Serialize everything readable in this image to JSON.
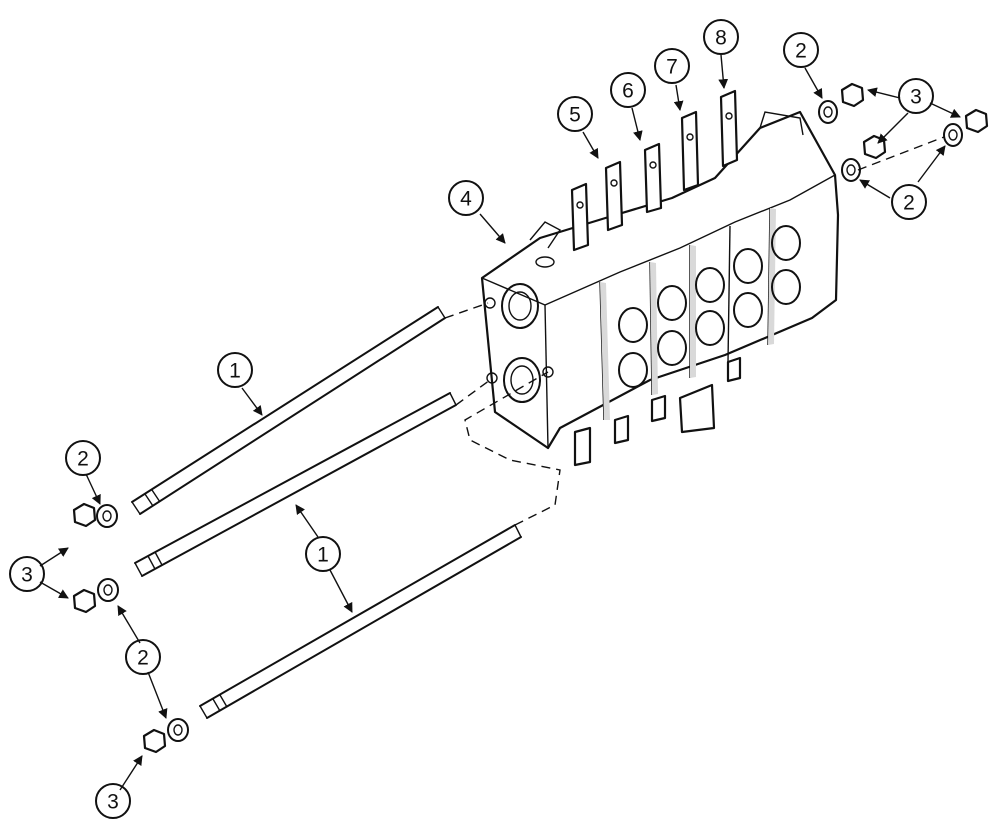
{
  "callouts": [
    {
      "id": "c1a",
      "label": "1"
    },
    {
      "id": "c1b",
      "label": "1"
    },
    {
      "id": "c2a",
      "label": "2"
    },
    {
      "id": "c2b",
      "label": "2"
    },
    {
      "id": "c2c",
      "label": "2"
    },
    {
      "id": "c2d",
      "label": "2"
    },
    {
      "id": "c3a",
      "label": "3"
    },
    {
      "id": "c3b",
      "label": "3"
    },
    {
      "id": "c3c",
      "label": "3"
    },
    {
      "id": "c4",
      "label": "4"
    },
    {
      "id": "c5",
      "label": "5"
    },
    {
      "id": "c6",
      "label": "6"
    },
    {
      "id": "c7",
      "label": "7"
    },
    {
      "id": "c8",
      "label": "8"
    }
  ]
}
